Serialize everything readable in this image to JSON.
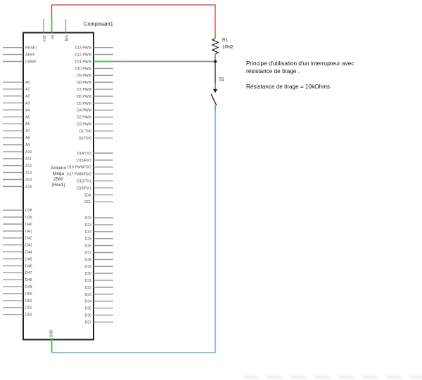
{
  "component": {
    "label": "Composant1",
    "center_label": [
      "Arduino",
      "Mega",
      "2560",
      "(Rev3)"
    ],
    "top_pins": [
      "3V3",
      "5V",
      "VIN"
    ],
    "bottom_pins": [
      "GND"
    ],
    "left_pin_groups": [
      {
        "id": "power",
        "labels": [
          "RESET",
          "AREF",
          "IOREF"
        ]
      },
      {
        "id": "analog",
        "labels": [
          "A0",
          "A1",
          "A2",
          "A3",
          "A4",
          "A5",
          "A6",
          "A7",
          "A8",
          "A9",
          "A10",
          "A11",
          "A12",
          "A13",
          "A14",
          "A15"
        ]
      },
      {
        "id": "digital-left",
        "labels": [
          "D38",
          "D39",
          "D40",
          "D41",
          "D42",
          "D43",
          "D44",
          "D45",
          "D46",
          "D47",
          "D48",
          "D49",
          "D50",
          "D51",
          "D52",
          "D53"
        ]
      }
    ],
    "right_pin_groups": [
      {
        "id": "pwm",
        "labels": [
          "D13 PWM",
          "D12 PWM",
          "D11 PWM",
          "D10 PWM",
          "D9 PWM",
          "D8 PWM",
          "D7 PWM",
          "D6 PWM",
          "D5 PWM",
          "D4 PWM",
          "D2 PWM",
          "D3 PWM",
          "D1 TX0",
          "D0 RX0"
        ]
      },
      {
        "id": "serial",
        "labels": [
          "D14/TX3",
          "D15/RX3",
          "D16 PWM/TX2",
          "D17 PWM/RX2",
          "D18/TX1",
          "D19/RX1",
          "SDA",
          "SCL"
        ]
      },
      {
        "id": "digital-right",
        "labels": [
          "D22",
          "D23",
          "D24",
          "D25",
          "D26",
          "D27",
          "D28",
          "D29",
          "D30",
          "D31",
          "D32",
          "D33",
          "D34",
          "D35",
          "D36",
          "D37"
        ]
      }
    ]
  },
  "resistor": {
    "ref": "R1",
    "value": "10kΩ"
  },
  "switch": {
    "ref": "S1"
  },
  "notes": {
    "line1": "Principe d'utilisation d'un interrupteur avec",
    "line2": "résistance de tirage .",
    "line3": "Résistance de tirage = 10kOhms"
  },
  "colors": {
    "wire_5v": "#cc3a30",
    "wire_signal": "#8f8f8f",
    "wire_switch_link": "#1f1f1f",
    "wire_gnd": "#6fa7d7",
    "pin_connected": "#52c452",
    "pin": "#9a9a9a",
    "outline": "#1f1f1f",
    "watermark": "#f2f2f2"
  }
}
